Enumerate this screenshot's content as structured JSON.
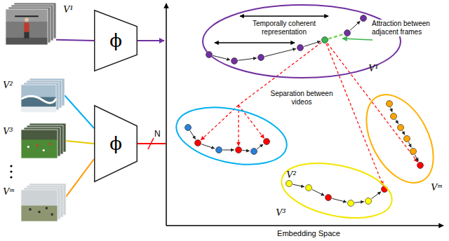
{
  "diagram": {
    "nodes": [
      {
        "text": [
          "V¹"
        ]
      },
      {
        "text": [
          "ϕ"
        ]
      },
      {
        "text": [
          "V²"
        ]
      },
      {
        "text": [
          "V³"
        ]
      },
      {
        "text": [
          "Vᵐ"
        ]
      },
      {
        "text": [
          "ϕ"
        ]
      },
      {
        "text": [
          "V¹"
        ]
      },
      {
        "text": [
          "V²"
        ]
      },
      {
        "text": [
          "V³"
        ]
      },
      {
        "text": [
          "Vᵐ"
        ]
      }
    ],
    "edges": [
      {
        "from": 0,
        "to": 1,
        "arrow": "none"
      },
      {
        "from": 2,
        "to": 5,
        "arrow": "none"
      },
      {
        "from": 3,
        "to": 5,
        "arrow": "none"
      },
      {
        "from": 4,
        "to": 5,
        "arrow": "none"
      }
    ],
    "labels": [
      "Temporally coherent representation",
      "Attraction between adjacent frames",
      "Separation between videos",
      "N",
      "Embedding Space"
    ]
  }
}
